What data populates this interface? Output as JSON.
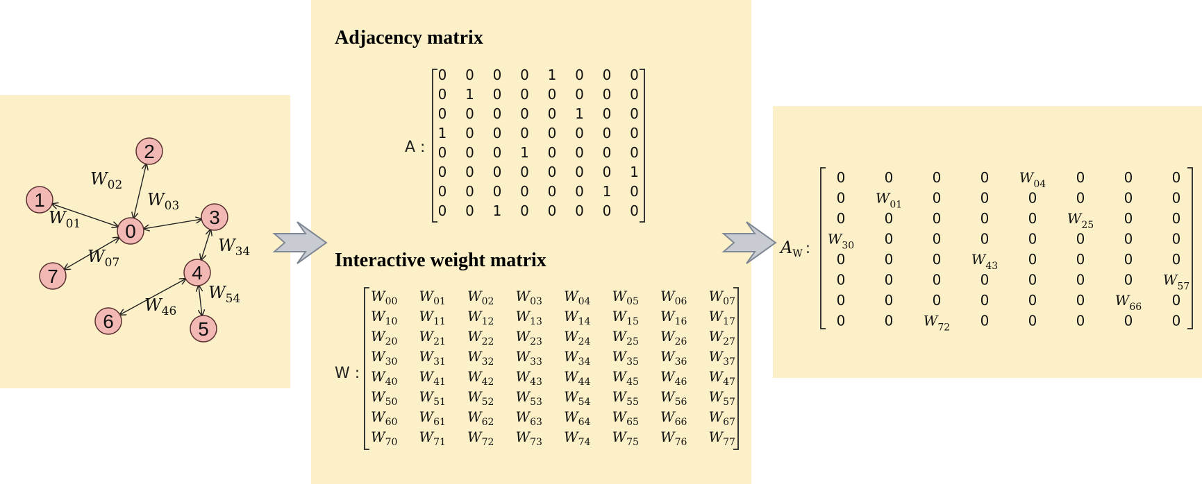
{
  "graph": {
    "nodes": [
      "0",
      "1",
      "2",
      "3",
      "4",
      "5",
      "6",
      "7"
    ],
    "edges": [
      {
        "from": "1",
        "to": "0",
        "weight": "W",
        "sub": "01"
      },
      {
        "from": "2",
        "to": "0",
        "weight": "W",
        "sub": "02"
      },
      {
        "from": "3",
        "to": "0",
        "weight": "W",
        "sub": "03"
      },
      {
        "from": "7",
        "to": "0",
        "weight": "W",
        "sub": "07"
      },
      {
        "from": "3",
        "to": "4",
        "weight": "W",
        "sub": "34"
      },
      {
        "from": "5",
        "to": "4",
        "weight": "W",
        "sub": "54"
      },
      {
        "from": "6",
        "to": "4",
        "weight": "W",
        "sub": "46"
      }
    ]
  },
  "adjacency": {
    "title": "Adjacency matrix",
    "label": "A :",
    "rows": [
      [
        "0",
        "0",
        "0",
        "0",
        "1",
        "0",
        "0",
        "0"
      ],
      [
        "0",
        "1",
        "0",
        "0",
        "0",
        "0",
        "0",
        "0"
      ],
      [
        "0",
        "0",
        "0",
        "0",
        "0",
        "1",
        "0",
        "0"
      ],
      [
        "1",
        "0",
        "0",
        "0",
        "0",
        "0",
        "0",
        "0"
      ],
      [
        "0",
        "0",
        "0",
        "1",
        "0",
        "0",
        "0",
        "0"
      ],
      [
        "0",
        "0",
        "0",
        "0",
        "0",
        "0",
        "0",
        "1"
      ],
      [
        "0",
        "0",
        "0",
        "0",
        "0",
        "0",
        "1",
        "0"
      ],
      [
        "0",
        "0",
        "1",
        "0",
        "0",
        "0",
        "0",
        "0"
      ]
    ]
  },
  "weight_matrix": {
    "title": "Interactive weight matrix",
    "label": "W :",
    "symbol": "W",
    "rows": [
      [
        "00",
        "01",
        "02",
        "03",
        "04",
        "05",
        "06",
        "07"
      ],
      [
        "10",
        "11",
        "12",
        "13",
        "14",
        "15",
        "16",
        "17"
      ],
      [
        "20",
        "21",
        "22",
        "23",
        "24",
        "25",
        "26",
        "27"
      ],
      [
        "30",
        "31",
        "32",
        "33",
        "34",
        "35",
        "36",
        "37"
      ],
      [
        "40",
        "41",
        "42",
        "43",
        "44",
        "45",
        "46",
        "47"
      ],
      [
        "50",
        "51",
        "52",
        "53",
        "54",
        "55",
        "56",
        "57"
      ],
      [
        "60",
        "61",
        "62",
        "63",
        "64",
        "65",
        "66",
        "67"
      ],
      [
        "70",
        "71",
        "72",
        "73",
        "74",
        "75",
        "76",
        "77"
      ]
    ]
  },
  "weighted_adjacency": {
    "label_symbol": "A",
    "label_sub": "W",
    "label_suffix": ":",
    "rows": [
      [
        "0",
        "0",
        "0",
        "0",
        "W04",
        "0",
        "0",
        "0"
      ],
      [
        "0",
        "W01",
        "0",
        "0",
        "0",
        "0",
        "0",
        "0"
      ],
      [
        "0",
        "0",
        "0",
        "0",
        "0",
        "W25",
        "0",
        "0"
      ],
      [
        "W30",
        "0",
        "0",
        "0",
        "0",
        "0",
        "0",
        "0"
      ],
      [
        "0",
        "0",
        "0",
        "W43",
        "0",
        "0",
        "0",
        "0"
      ],
      [
        "0",
        "0",
        "0",
        "0",
        "0",
        "0",
        "0",
        "W57"
      ],
      [
        "0",
        "0",
        "0",
        "0",
        "0",
        "0",
        "W66",
        "0"
      ],
      [
        "0",
        "0",
        "W72",
        "0",
        "0",
        "0",
        "0",
        "0"
      ]
    ]
  },
  "colors": {
    "panel": "#fcf0c8",
    "node_fill": "#f2b8b4",
    "arrow_fill": "#c8ccd2"
  }
}
